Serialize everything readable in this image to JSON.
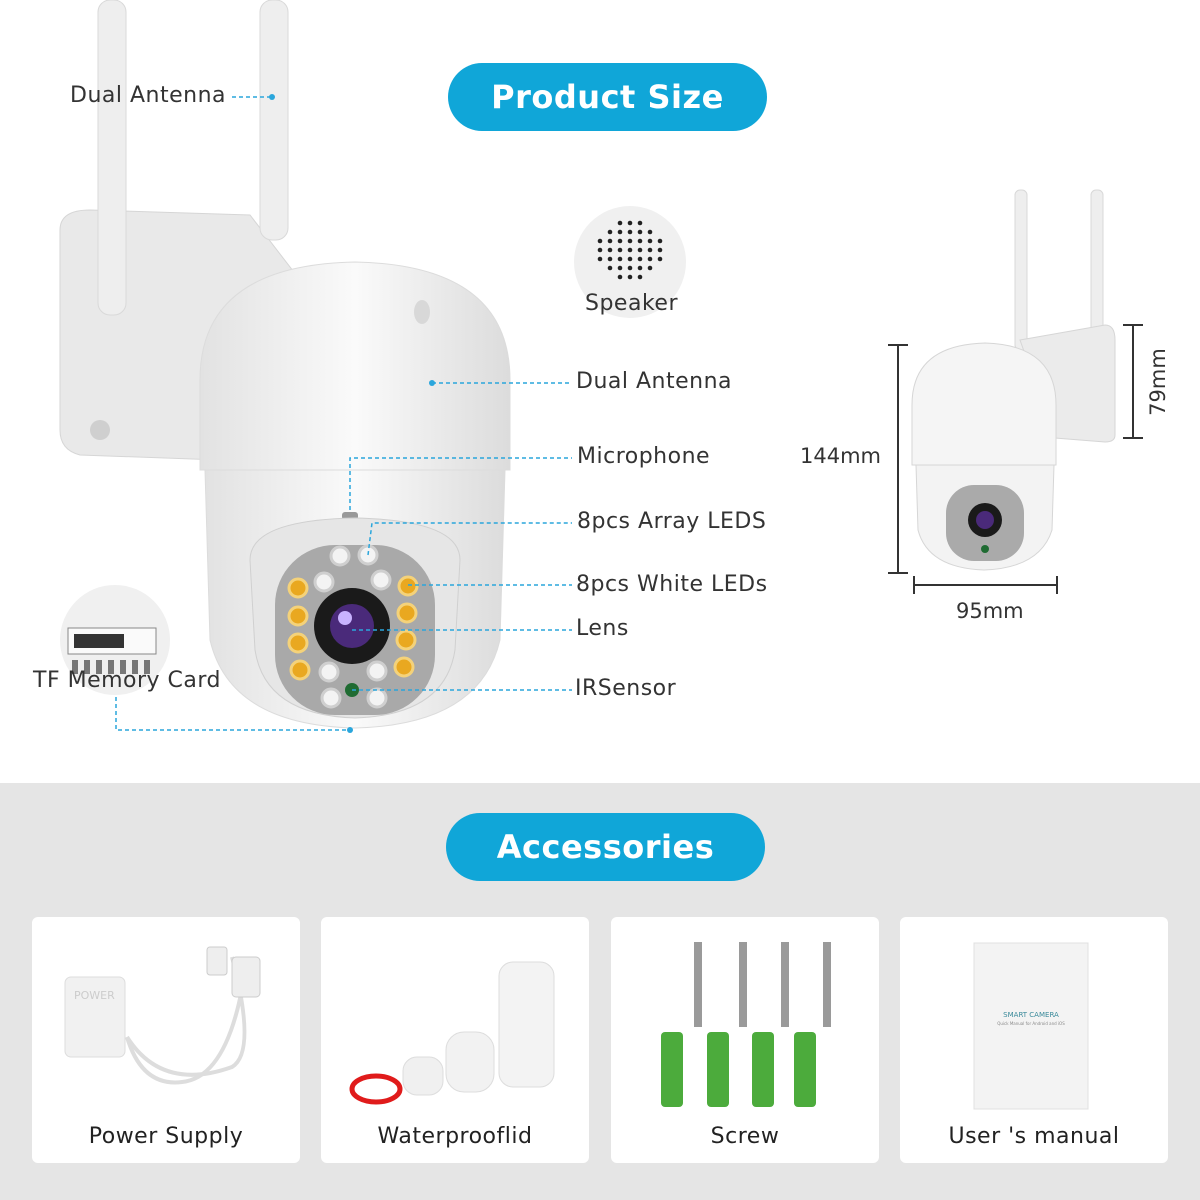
{
  "sections": {
    "product_size": "Product Size",
    "accessories": "Accessories"
  },
  "callouts": {
    "top_antenna": "Dual Antenna",
    "speaker": "Speaker",
    "dome_antenna": "Dual Antenna",
    "microphone": "Microphone",
    "array_leds": "8pcs Array LEDS",
    "white_leds": "8pcs White LEDs",
    "lens": "Lens",
    "ir_sensor": "IRSensor",
    "tf_card": "TF Memory Card"
  },
  "dimensions": {
    "height": "144mm",
    "width": "95mm",
    "depth": "79mm"
  },
  "accessory_items": [
    {
      "label": "Power Supply",
      "print": "POWER"
    },
    {
      "label": "Waterprooflid"
    },
    {
      "label": "Screw"
    },
    {
      "label": "User 's manual",
      "print_title": "SMART CAMERA",
      "print_sub": "Quick Manual for Android and iOS"
    }
  ],
  "colors": {
    "accent": "#10a6d8",
    "leader": "#2aa6dc",
    "bg_bottom": "#e5e5e5"
  }
}
